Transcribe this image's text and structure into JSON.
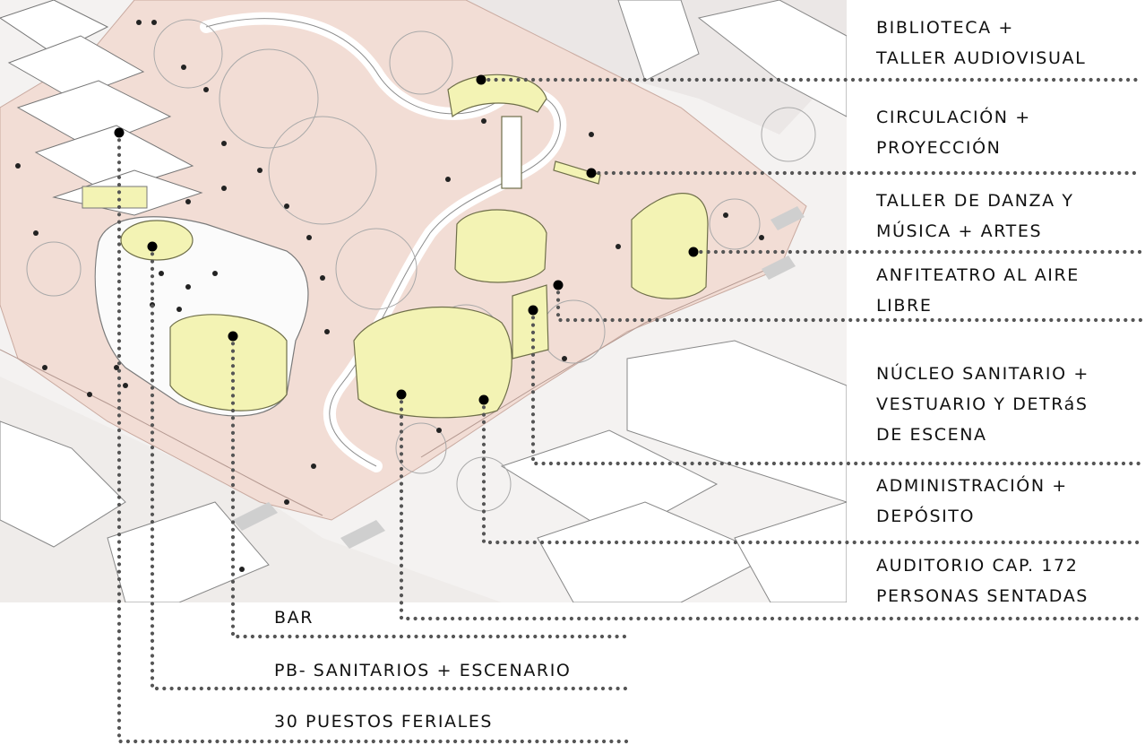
{
  "colors": {
    "paving": "#f2e1da",
    "street": "#ece9e8",
    "green_volume": "#f3f3b4",
    "leader_dots": "#555555",
    "text": "#111111"
  },
  "labels_right": [
    {
      "id": "biblioteca",
      "lines": [
        "BIBLIOTECA +",
        "TALLER AUDIOVISUAL"
      ]
    },
    {
      "id": "circulacion",
      "lines": [
        "CIRCULACIÓN +",
        "PROYECCIÓN"
      ]
    },
    {
      "id": "danza",
      "lines": [
        "TALLER DE DANZA Y",
        "MÚSICA + ARTES"
      ]
    },
    {
      "id": "anfiteatro",
      "lines": [
        "ANFITEATRO AL AIRE",
        "LIBRE"
      ]
    },
    {
      "id": "nucleo",
      "lines": [
        "NÚCLEO SANITARIO +",
        "VESTUARIO Y DETRáS",
        "DE ESCENA"
      ]
    },
    {
      "id": "administracion",
      "lines": [
        "ADMINISTRACIÓN +",
        "DEPÓSITO"
      ]
    },
    {
      "id": "auditorio",
      "lines": [
        "AUDITORIO CAP. 172",
        "PERSONAS SENTADAS"
      ]
    }
  ],
  "labels_bottom": [
    {
      "id": "bar",
      "text": "BAR"
    },
    {
      "id": "pb",
      "text": "PB- SANITARIOS + ESCENARIO"
    },
    {
      "id": "puestos",
      "text": "30 PUESTOS FERIALES"
    }
  ]
}
